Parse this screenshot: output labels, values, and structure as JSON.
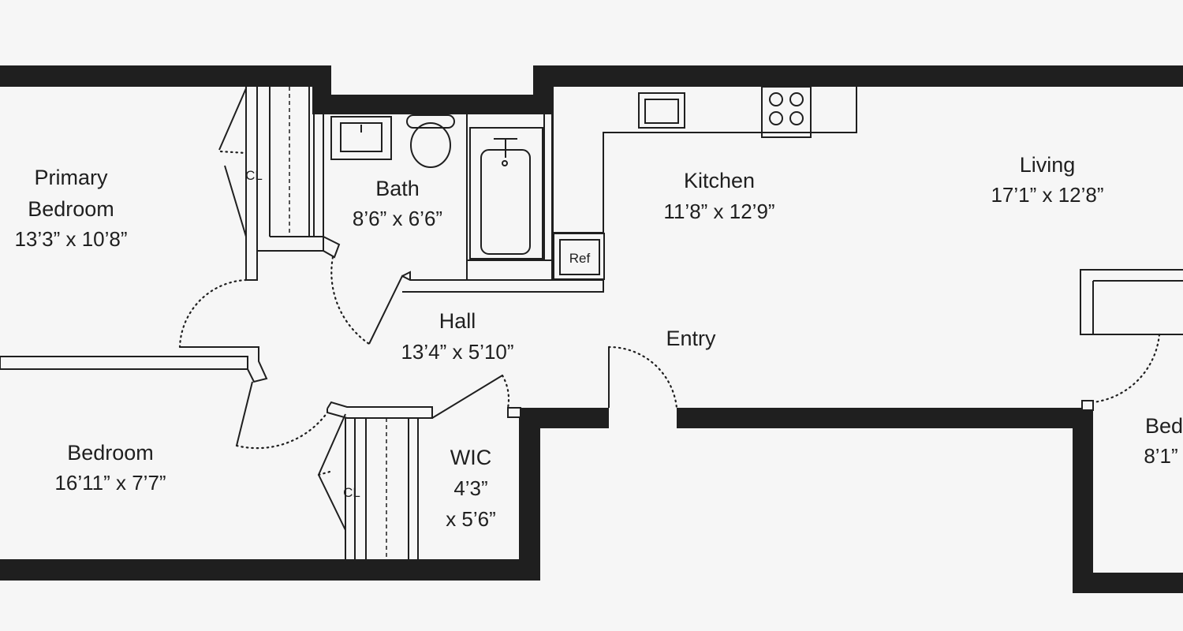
{
  "rooms": {
    "primary_bedroom": {
      "name_line1": "Primary",
      "name_line2": "Bedroom",
      "dims": "13’3” x 10’8”"
    },
    "bath": {
      "name": "Bath",
      "dims": "8’6” x 6’6”"
    },
    "kitchen": {
      "name": "Kitchen",
      "dims": "11’8” x 12’9”"
    },
    "living": {
      "name": "Living",
      "dims": "17’1” x 12’8”"
    },
    "hall": {
      "name": "Hall",
      "dims": "13’4” x 5’10”"
    },
    "entry": {
      "name": "Entry"
    },
    "bedroom": {
      "name": "Bedroom",
      "dims": "16’11” x 7’7”"
    },
    "wic": {
      "name": "WIC",
      "dims_line1": "4’3”",
      "dims_line2": "x 5’6”"
    },
    "bedroom_partial": {
      "name": "Bed",
      "dims": "8’1”"
    }
  },
  "fixtures": {
    "closet_top": "CL",
    "closet_bottom": "CL",
    "refrigerator": "Ref"
  }
}
